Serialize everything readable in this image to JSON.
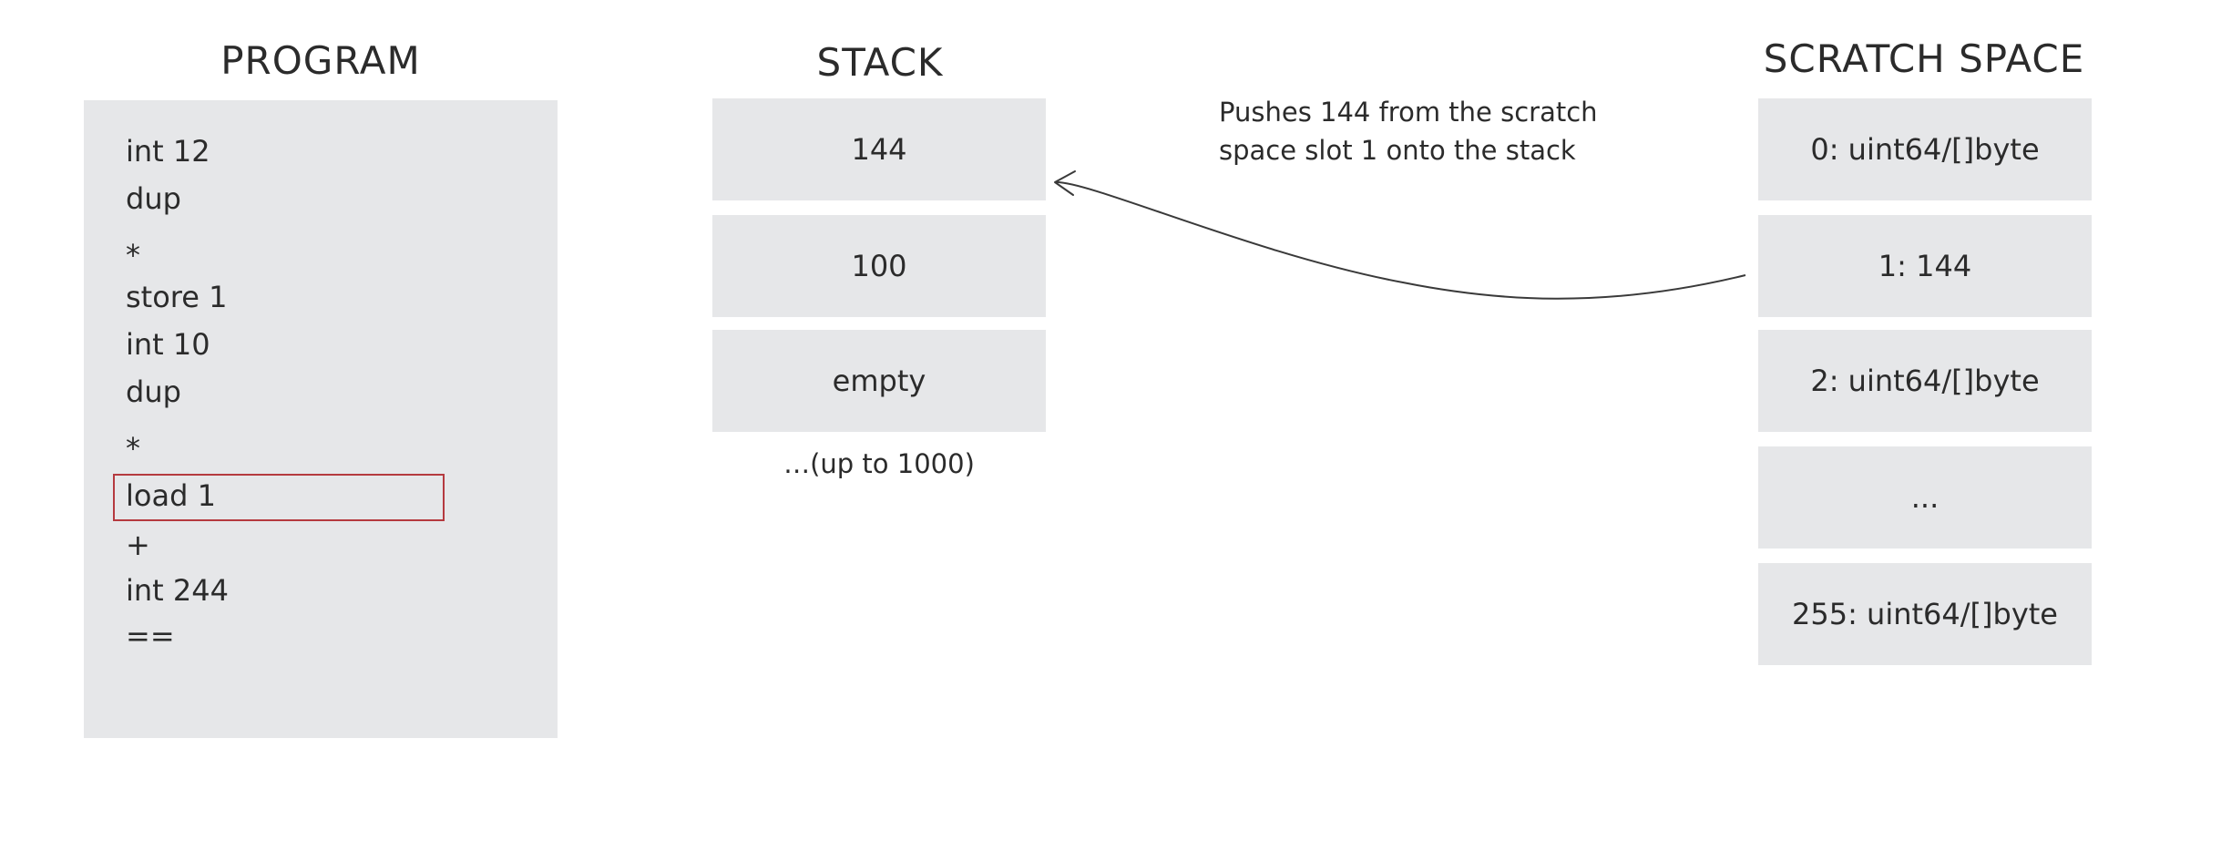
{
  "program": {
    "title": "PROGRAM",
    "lines": [
      "int 12",
      "dup",
      "*",
      "store 1",
      "int 10",
      "dup",
      "*",
      "load 1",
      "+",
      "int 244",
      "=="
    ],
    "highlighted_line": "load 1",
    "highlight_color": "#b53a3f"
  },
  "stack": {
    "title": "STACK",
    "cells": [
      "144",
      "100",
      "empty"
    ],
    "note": "…(up to 1000)"
  },
  "scratch": {
    "title": "SCRATCH SPACE",
    "cells": [
      "0: uint64/[]byte",
      "1: 144",
      "2: uint64/[]byte",
      "...",
      "255: uint64/[]byte"
    ]
  },
  "annotation": {
    "line1": "Pushes 144 from the scratch",
    "line2": "space slot 1 onto the stack"
  },
  "colors": {
    "box_fill": "#e6e7e9",
    "text": "#2b2b2b",
    "arrow": "#3a3a3a"
  }
}
